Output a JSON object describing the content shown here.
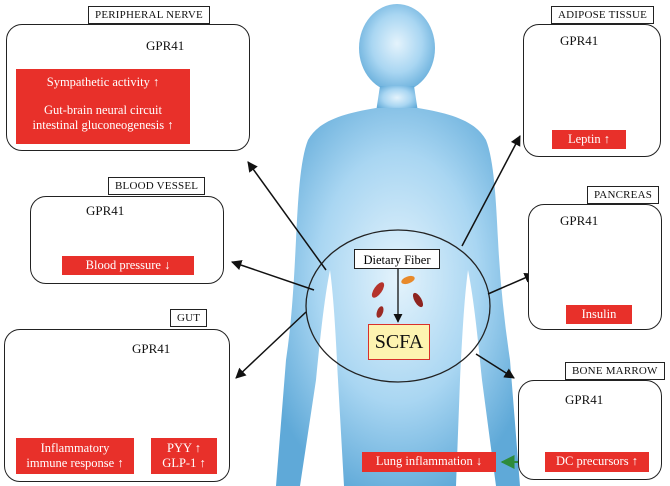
{
  "panels": {
    "peripheral_nerve": {
      "tag": "PERIPHERAL NERVE",
      "receptor": "GPR41",
      "effect_1": "Sympathetic activity ↑",
      "effect_2a": "Gut-brain neural circuit",
      "effect_2b": "intestinal gluconeogenesis ↑"
    },
    "blood_vessel": {
      "tag": "BLOOD VESSEL",
      "receptor": "GPR41",
      "effect": "Blood pressure ↓"
    },
    "gut": {
      "tag": "GUT",
      "receptor": "GPR41",
      "effect_1a": "Inflammatory",
      "effect_1b": "immune response ↑",
      "effect_2a": "PYY ↑",
      "effect_2b": "GLP-1 ↑"
    },
    "adipose_tissue": {
      "tag": "ADIPOSE TISSUE",
      "receptor": "GPR41",
      "effect": "Leptin ↑"
    },
    "pancreas": {
      "tag": "PANCREAS",
      "receptor": "GPR41",
      "effect": "Insulin"
    },
    "bone_marrow": {
      "tag": "BONE MARROW",
      "receptor": "GPR41",
      "effect": "DC precursors ↑",
      "outcome": "Lung inflammation ↓"
    }
  },
  "center": {
    "dietary_fiber": "Dietary Fiber",
    "scfa": "SCFA"
  },
  "colors": {
    "effect_box": "#e8302a",
    "body": "#9fd0ef",
    "green_arrow": "#2e8b3a",
    "scfa_fill": "#fdf3b0"
  }
}
